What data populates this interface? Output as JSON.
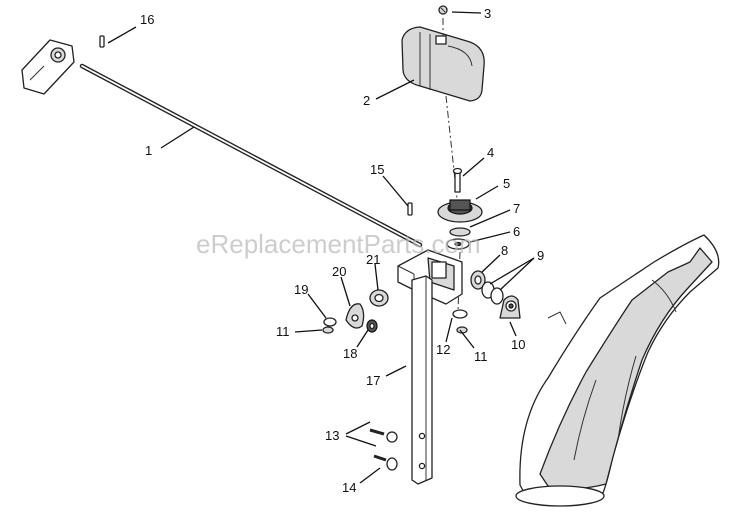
{
  "watermark": "eReplacementParts.com",
  "callouts": [
    "1",
    "2",
    "3",
    "4",
    "5",
    "6",
    "7",
    "8",
    "9",
    "10",
    "11",
    "12",
    "13",
    "14",
    "15",
    "16",
    "17",
    "18",
    "19",
    "20",
    "21",
    "11"
  ]
}
